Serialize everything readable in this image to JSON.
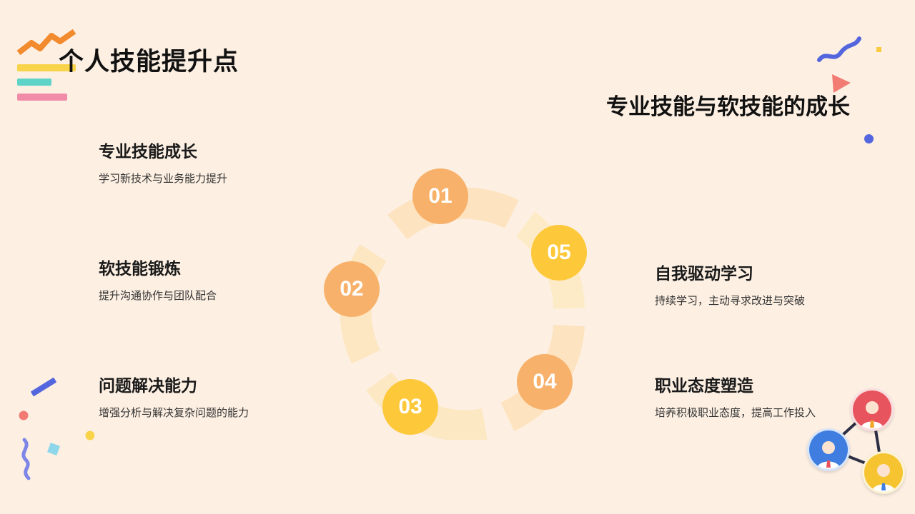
{
  "slide": {
    "title": "个人技能提升点",
    "subtitle": "专业技能与软技能的成长"
  },
  "left_items": [
    {
      "title": "专业技能成长",
      "desc": "学习新技术与业务能力提升"
    },
    {
      "title": "软技能锻炼",
      "desc": "提升沟通协作与团队配合"
    },
    {
      "title": "问题解决能力",
      "desc": "增强分析与解决复杂问题的能力"
    }
  ],
  "right_items": [
    {
      "title": "自我驱动学习",
      "desc": "持续学习，主动寻求改进与突破"
    },
    {
      "title": "职业态度塑造",
      "desc": "培养积极职业态度，提高工作投入"
    }
  ],
  "cycle": {
    "steps": [
      "01",
      "02",
      "03",
      "04",
      "05"
    ],
    "colors": {
      "orange": "#f7b16a",
      "yellow": "#fdc83a",
      "ring": "#fde6c2"
    }
  },
  "decor": {
    "icons": [
      "zigzag-icon",
      "squiggle-icon",
      "triangle-icon",
      "people-network-icon"
    ]
  }
}
